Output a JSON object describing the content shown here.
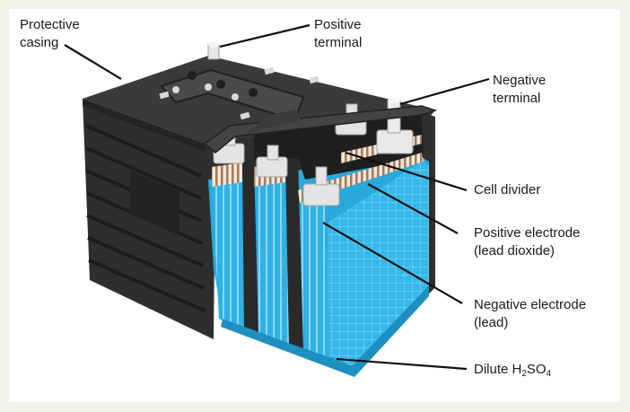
{
  "diagram": {
    "labels": {
      "protective_casing_1": "Protective",
      "protective_casing_2": "casing",
      "positive_terminal_1": "Positive",
      "positive_terminal_2": "terminal",
      "negative_terminal_1": "Negative",
      "negative_terminal_2": "terminal",
      "cell_divider": "Cell divider",
      "positive_electrode_1": "Positive electrode",
      "positive_electrode_2": "(lead dioxide)",
      "negative_electrode_1": "Negative electrode",
      "negative_electrode_2": "(lead)",
      "electrolyte_pre": "Dilute H",
      "electrolyte_sub1": "2",
      "electrolyte_mid": "SO",
      "electrolyte_sub2": "4"
    },
    "colors": {
      "casing": "#2b2b2b",
      "casing_dark": "#1b1b1b",
      "electrolyte": "#29aee3",
      "electrode_plate": "#a0775a",
      "terminal": "#e8e8e8"
    }
  }
}
